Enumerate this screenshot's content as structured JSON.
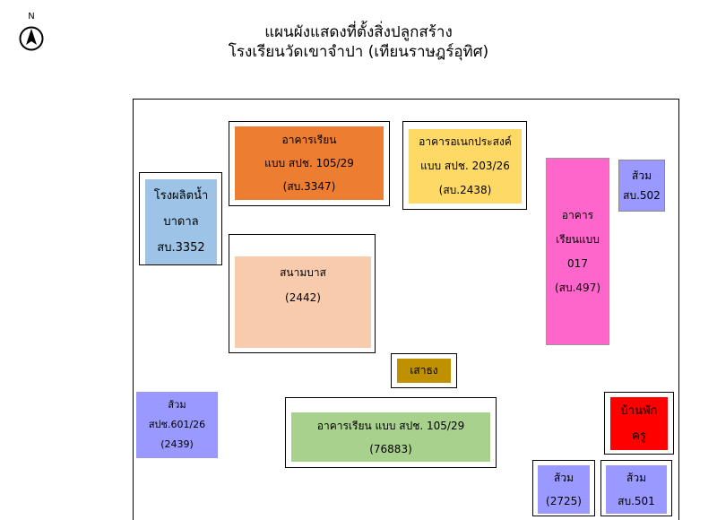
{
  "title": {
    "line1": "แผนผังแสดงที่ตั้งสิ่งปลูกสร้าง",
    "line2": "โรงเรียนวัดเขาจำปา (เทียนราษฎร์อุทิศ)"
  },
  "compass": {
    "label": "N",
    "icon": "north-arrow-icon"
  },
  "buildings": [
    {
      "id": "building-1",
      "lines": [
        "อาคารเรียน",
        "แบบ  สปช. 105/29",
        "(สบ.3347)"
      ],
      "color": "#ED7D31"
    },
    {
      "id": "multipurpose",
      "lines": [
        "อาคารอเนกประสงค์",
        "แบบ สปช. 203/26",
        "(สบ.2438)"
      ],
      "color": "#FFD966"
    },
    {
      "id": "water-plant",
      "lines": [
        "โรงผลิตน้ำ",
        "บาดาล",
        "สบ.3352"
      ],
      "color": "#9DC3E6"
    },
    {
      "id": "court",
      "lines": [
        "สนามบาส",
        "(2442)"
      ],
      "color": "#F8CBAD"
    },
    {
      "id": "building-017",
      "lines": [
        "อาคาร",
        "เรียนแบบ",
        "017",
        "(สบ.497)"
      ],
      "color": "#FF66CC"
    },
    {
      "id": "toilet-502",
      "lines": [
        "ส้วม",
        "สบ.502"
      ],
      "color": "#9999FF"
    },
    {
      "id": "flagpole",
      "lines": [
        "เสาธง"
      ],
      "color": "#BF9000"
    },
    {
      "id": "toilet-601",
      "lines": [
        "ส้วม",
        "สปช.601/26",
        "(2439)"
      ],
      "color": "#9999FF"
    },
    {
      "id": "building-2",
      "lines": [
        "อาคารเรียน  แบบ สปช. 105/29",
        "(76883)"
      ],
      "color": "#A9D18E"
    },
    {
      "id": "teacher-house",
      "lines": [
        "บ้านพัก",
        "ครู"
      ],
      "color": "#FF0000"
    },
    {
      "id": "toilet-2725",
      "lines": [
        "ส้วม",
        "(2725)"
      ],
      "color": "#9999FF"
    },
    {
      "id": "toilet-501",
      "lines": [
        "ส้วม",
        "สบ.501"
      ],
      "color": "#9999FF"
    }
  ]
}
